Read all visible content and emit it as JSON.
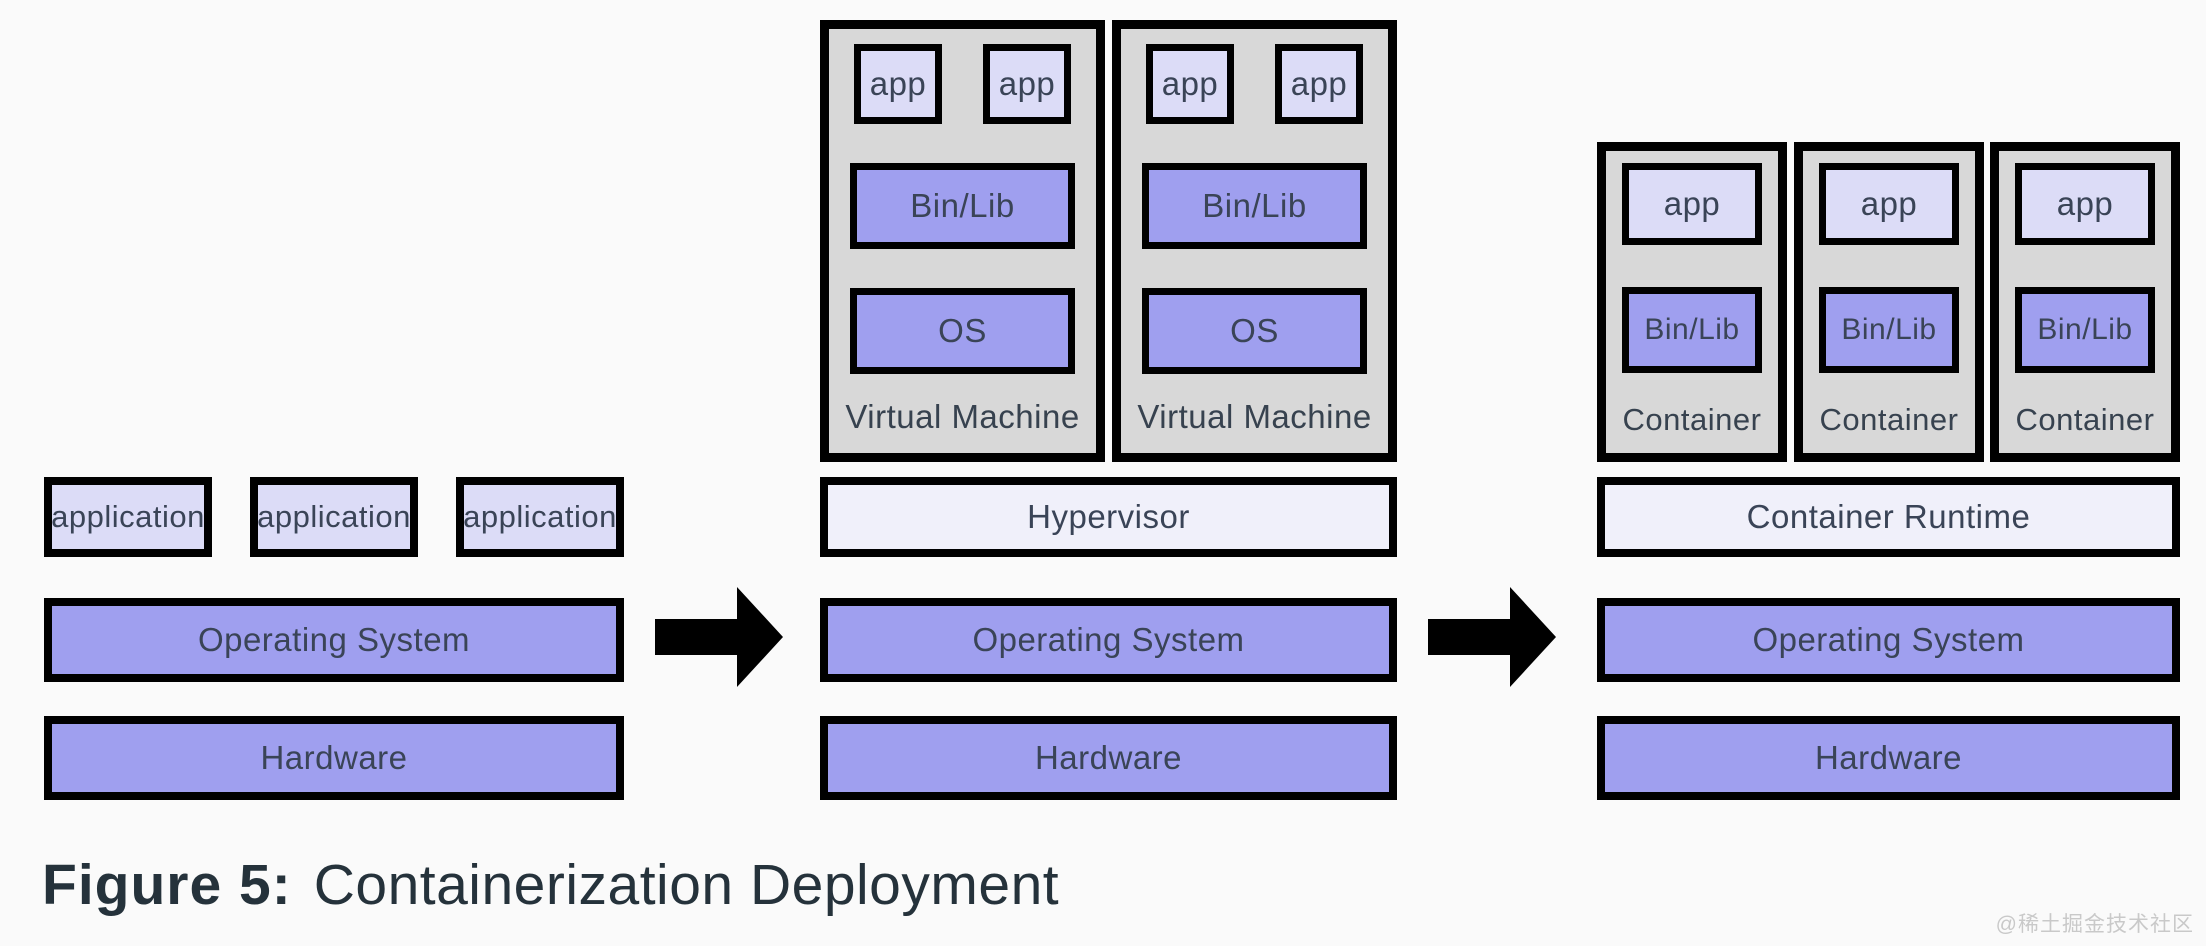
{
  "figure": {
    "caption_label": "Figure 5:",
    "caption_title": "Containerization Deployment",
    "watermark": "@稀土掘金技术社区"
  },
  "colors": {
    "background": "#fafafa",
    "group_grey": "#d8d8d8",
    "block_purple": "#9f9fef",
    "block_lavender": "#dcdcf7",
    "block_pale": "#f0f0fa",
    "border": "#000000",
    "text": "#3a4457"
  },
  "icons": {
    "arrow_left": "arrow-right-icon",
    "arrow_right": "arrow-right-icon"
  },
  "stacks": {
    "traditional": {
      "apps": [
        "application",
        "application",
        "application"
      ],
      "os": "Operating System",
      "hardware": "Hardware"
    },
    "virtualized": {
      "vms": [
        {
          "apps": [
            "app",
            "app"
          ],
          "binlib": "Bin/Lib",
          "os": "OS",
          "label": "Virtual Machine"
        },
        {
          "apps": [
            "app",
            "app"
          ],
          "binlib": "Bin/Lib",
          "os": "OS",
          "label": "Virtual Machine"
        }
      ],
      "hypervisor": "Hypervisor",
      "os": "Operating System",
      "hardware": "Hardware"
    },
    "containerized": {
      "containers": [
        {
          "app": "app",
          "binlib": "Bin/Lib",
          "label": "Container"
        },
        {
          "app": "app",
          "binlib": "Bin/Lib",
          "label": "Container"
        },
        {
          "app": "app",
          "binlib": "Bin/Lib",
          "label": "Container"
        }
      ],
      "runtime": "Container Runtime",
      "os": "Operating System",
      "hardware": "Hardware"
    }
  }
}
